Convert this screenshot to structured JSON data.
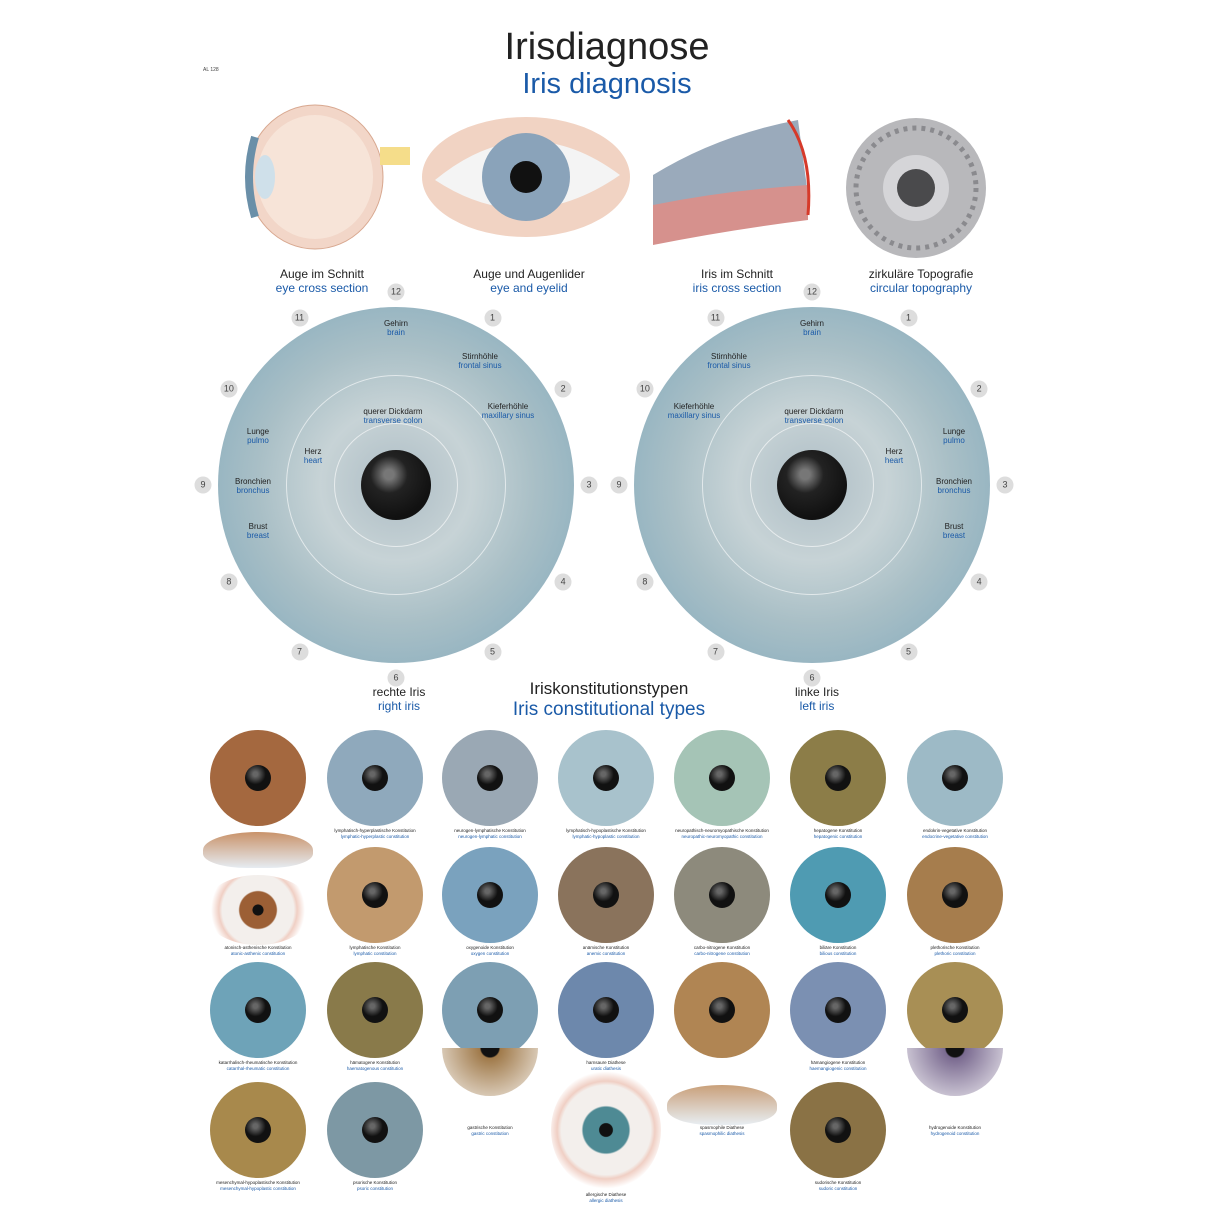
{
  "header": {
    "title": "Irisdiagnose",
    "subtitle": "Iris diagnosis",
    "code": "AL 128"
  },
  "top_figures": [
    {
      "de": "Auge im Schnitt",
      "en": "eye cross section"
    },
    {
      "de": "Auge und Augenlider",
      "en": "eye and eyelid"
    },
    {
      "de": "Iris im Schnitt",
      "en": "iris cross section"
    },
    {
      "de": "zirkuläre Topografie",
      "en": "circular topography"
    }
  ],
  "iris_maps": {
    "right": {
      "de": "rechte Iris",
      "en": "right iris",
      "labels": [
        {
          "de": "Gehirn",
          "en": "brain"
        },
        {
          "de": "Stirnhöhle",
          "en": "frontal sinus"
        },
        {
          "de": "Kieferhöhle",
          "en": "maxillary sinus"
        },
        {
          "de": "querer Dickdarm",
          "en": "transverse colon"
        },
        {
          "de": "Lunge",
          "en": "pulmo"
        },
        {
          "de": "Bronchien",
          "en": "bronchus"
        },
        {
          "de": "Herz",
          "en": "heart"
        },
        {
          "de": "Brust",
          "en": "breast"
        }
      ]
    },
    "left": {
      "de": "linke Iris",
      "en": "left iris",
      "labels": [
        {
          "de": "Gehirn",
          "en": "brain"
        },
        {
          "de": "Stirnhöhle",
          "en": "frontal sinus"
        },
        {
          "de": "Kieferhöhle",
          "en": "maxillary sinus"
        },
        {
          "de": "querer Dickdarm",
          "en": "transverse colon"
        },
        {
          "de": "Lunge",
          "en": "pulmo"
        },
        {
          "de": "Bronchien",
          "en": "bronchus"
        },
        {
          "de": "Herz",
          "en": "heart"
        },
        {
          "de": "Brust",
          "en": "breast"
        }
      ]
    },
    "clock_numbers": [
      "12",
      "1",
      "2",
      "3",
      "4",
      "5",
      "6",
      "7",
      "8",
      "9",
      "10",
      "11"
    ]
  },
  "constitution": {
    "de": "Iriskonstitutionstypen",
    "en": "Iris constitutional types",
    "rows": [
      [
        {
          "color": "#a4683f"
        },
        {
          "color": "#8fa9bc",
          "de": "lymphatisch-hyperplastische Konstitution",
          "en": "lymphatic-hyperplastic constitution"
        },
        {
          "color": "#9aa8b4",
          "de": "neurogen-lymphatische Konstitution",
          "en": "neurogen-lymphatic constitution"
        },
        {
          "color": "#a8c2cc",
          "de": "lymphatisch-hypoplastische Konstitution",
          "en": "lymphatic-hypoplastic constitution"
        },
        {
          "color": "#a5c4b6",
          "de": "neuropathisch-neuromyopathische Konstitution",
          "en": "neuropathic-neuromyopathic constitution"
        },
        {
          "color": "#8c7d48",
          "de": "hepatogene Konstitution",
          "en": "hepatogenic constitution"
        },
        {
          "color": "#9dbac6",
          "de": "endokrin-vegetative Konstitution",
          "en": "endocrine-vegetative constitution"
        }
      ],
      [
        {
          "color": "#9c5f35",
          "kind": "eye",
          "de": "atonisch-asthenische Konstitution",
          "en": "atonic-asthenic constitution"
        },
        {
          "color": "#c29a6e",
          "de": "lymphatische Konstitution",
          "en": "lymphatic constitution"
        },
        {
          "color": "#7aa2be",
          "de": "oxygenoide Konstitution",
          "en": "oxygen constitution"
        },
        {
          "color": "#8a735c",
          "de": "anämische Konstitution",
          "en": "anemic constitution"
        },
        {
          "color": "#8d8a7c",
          "de": "carbo-nitrogene Konstitution",
          "en": "carbo-nitrogene constitution"
        },
        {
          "color": "#4f9bb2",
          "de": "biliäre Konstitution",
          "en": "bilious constitution"
        },
        {
          "color": "#a67d4d",
          "de": "plethorische Konstitution",
          "en": "plethoric constitution"
        }
      ],
      [
        {
          "color": "#6ea3b8",
          "de": "katarrhalisch-rheumatische Konstitution",
          "en": "catarrhal-rheumatic constitution"
        },
        {
          "color": "#897a4a",
          "de": "hämatogene Konstitution",
          "en": "haematogenous constitution"
        },
        {
          "color": "#7d9fb3"
        },
        {
          "color": "#6d88ac",
          "de": "harnsaure Diathese",
          "en": "uratic diathesis"
        },
        {
          "color": "#b08553"
        },
        {
          "color": "#7b90b2",
          "de": "hämangiogene Konstitution",
          "en": "haemangiogenic constitution"
        },
        {
          "color": "#a88f55"
        }
      ],
      [
        {
          "color": "#a8894c",
          "de": "mesenchymal-hypoplastische Konstitution",
          "en": "mesenchymal-hypoplastic constitution"
        },
        {
          "color": "#7d98a4",
          "de": "psorische Konstitution",
          "en": "psoric constitution"
        },
        {
          "color": "#a07a4a",
          "kind": "half",
          "de": "gastrische Konstitution",
          "en": "gastric constitution"
        },
        {
          "color": "#4e8a94",
          "kind": "eye",
          "de": "allergische Diathese",
          "en": "allergic diathesis"
        },
        {
          "color": "#c9a07a",
          "kind": "lid",
          "de": "spasmophile Diathese",
          "en": "spasmophilic diathesis"
        },
        {
          "color": "#8a7245",
          "de": "sudorische Konstitution",
          "en": "sudoric constitution"
        },
        {
          "color": "#7a6a90",
          "kind": "half",
          "de": "hydrogenoide Konstitution",
          "en": "hydrogenoid constitution"
        }
      ]
    ]
  }
}
